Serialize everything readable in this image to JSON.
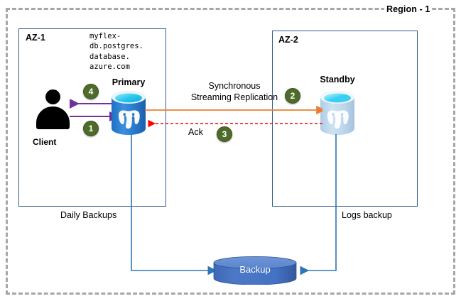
{
  "diagram": {
    "region_label": "Region - 1",
    "zones": [
      {
        "id": "az1",
        "label": "AZ-1"
      },
      {
        "id": "az2",
        "label": "AZ-2"
      }
    ],
    "hostname": "myflex-\ndb.postgres.\ndatabase.\nazure.com",
    "client": {
      "label": "Client",
      "icon": "person-icon"
    },
    "nodes": [
      {
        "id": "primary",
        "title": "Primary",
        "icon": "postgresql-database-icon",
        "state": "active"
      },
      {
        "id": "standby",
        "title": "Standby",
        "icon": "postgresql-database-icon",
        "state": "passive"
      }
    ],
    "replication": {
      "label_line1": "Synchronous",
      "label_line2": "Streaming Replication",
      "ack_label": "Ack",
      "arrow_color": "#ED7D31",
      "ack_color": "#FF0000"
    },
    "steps": [
      {
        "number": "1",
        "direction": "client-to-primary"
      },
      {
        "number": "2",
        "direction": "primary-to-standby"
      },
      {
        "number": "3",
        "direction": "standby-to-primary"
      },
      {
        "number": "4",
        "direction": "primary-to-client"
      }
    ],
    "backup": {
      "daily_label": "Daily Backups",
      "logs_label": "Logs backup",
      "store_label": "Backup",
      "store_color": "#4472C4"
    },
    "colors": {
      "region_border": "#A6A6A6",
      "az_border": "#2E5C8A",
      "client_arrow": "#7030A0",
      "badge": "#4E6B2A",
      "connector": "#2E75B6",
      "primary_db": "#2F7FD1",
      "standby_db": "#BDD7EE"
    }
  }
}
